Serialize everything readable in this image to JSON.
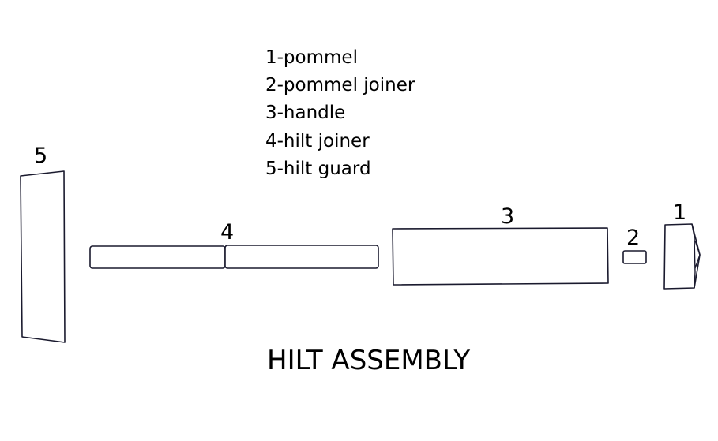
{
  "legend": {
    "items": [
      "1-pommel",
      "2-pommel joiner",
      "3-handle",
      "4-hilt joiner",
      "5-hilt guard"
    ]
  },
  "parts": {
    "pommel": {
      "number": "1"
    },
    "pommel_joiner": {
      "number": "2"
    },
    "handle": {
      "number": "3"
    },
    "hilt_joiner": {
      "number": "4"
    },
    "hilt_guard": {
      "number": "5"
    }
  },
  "title": "HILT ASSEMBLY",
  "colors": {
    "outline": "#1a1a2e",
    "text": "#000000",
    "background": "#ffffff"
  }
}
